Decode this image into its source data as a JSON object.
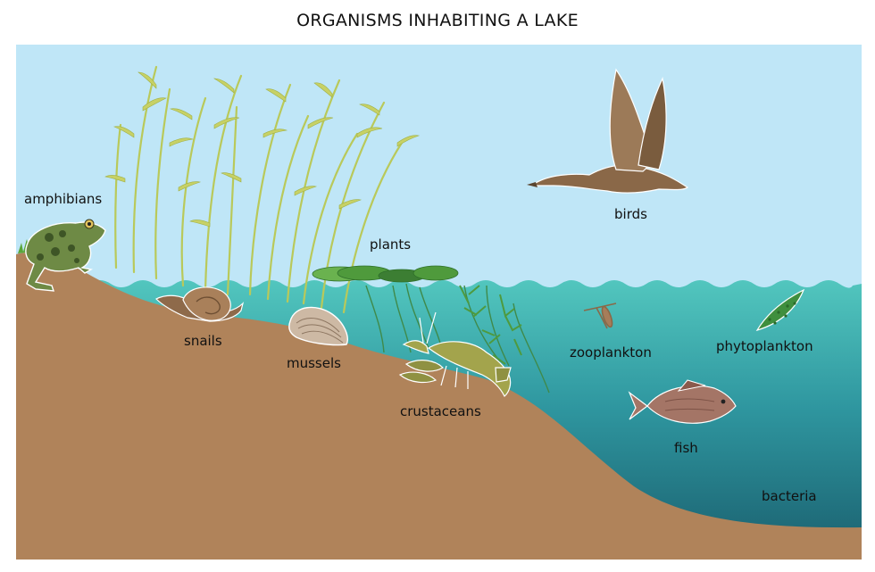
{
  "title": "ORGANISMS INHABITING A LAKE",
  "labels": {
    "amphibians": "amphibians",
    "snails": "snails",
    "mussels": "mussels",
    "plants": "plants",
    "crustaceans": "crustaceans",
    "birds": "birds",
    "zooplankton": "zooplankton",
    "phytoplankton": "phytoplankton",
    "fish": "fish",
    "bacteria": "bacteria"
  },
  "colors": {
    "sky": "#bfe6f7",
    "water_top": "#4fc3bd",
    "water_deep": "#1f6f7a",
    "soil": "#b0835a",
    "reed": "#b9c95a",
    "lily_pad": "#4f9a3c",
    "bird": "#8a6848",
    "fish": "#a47566",
    "crayfish": "#a3a44c",
    "frog": "#6e8a45"
  }
}
